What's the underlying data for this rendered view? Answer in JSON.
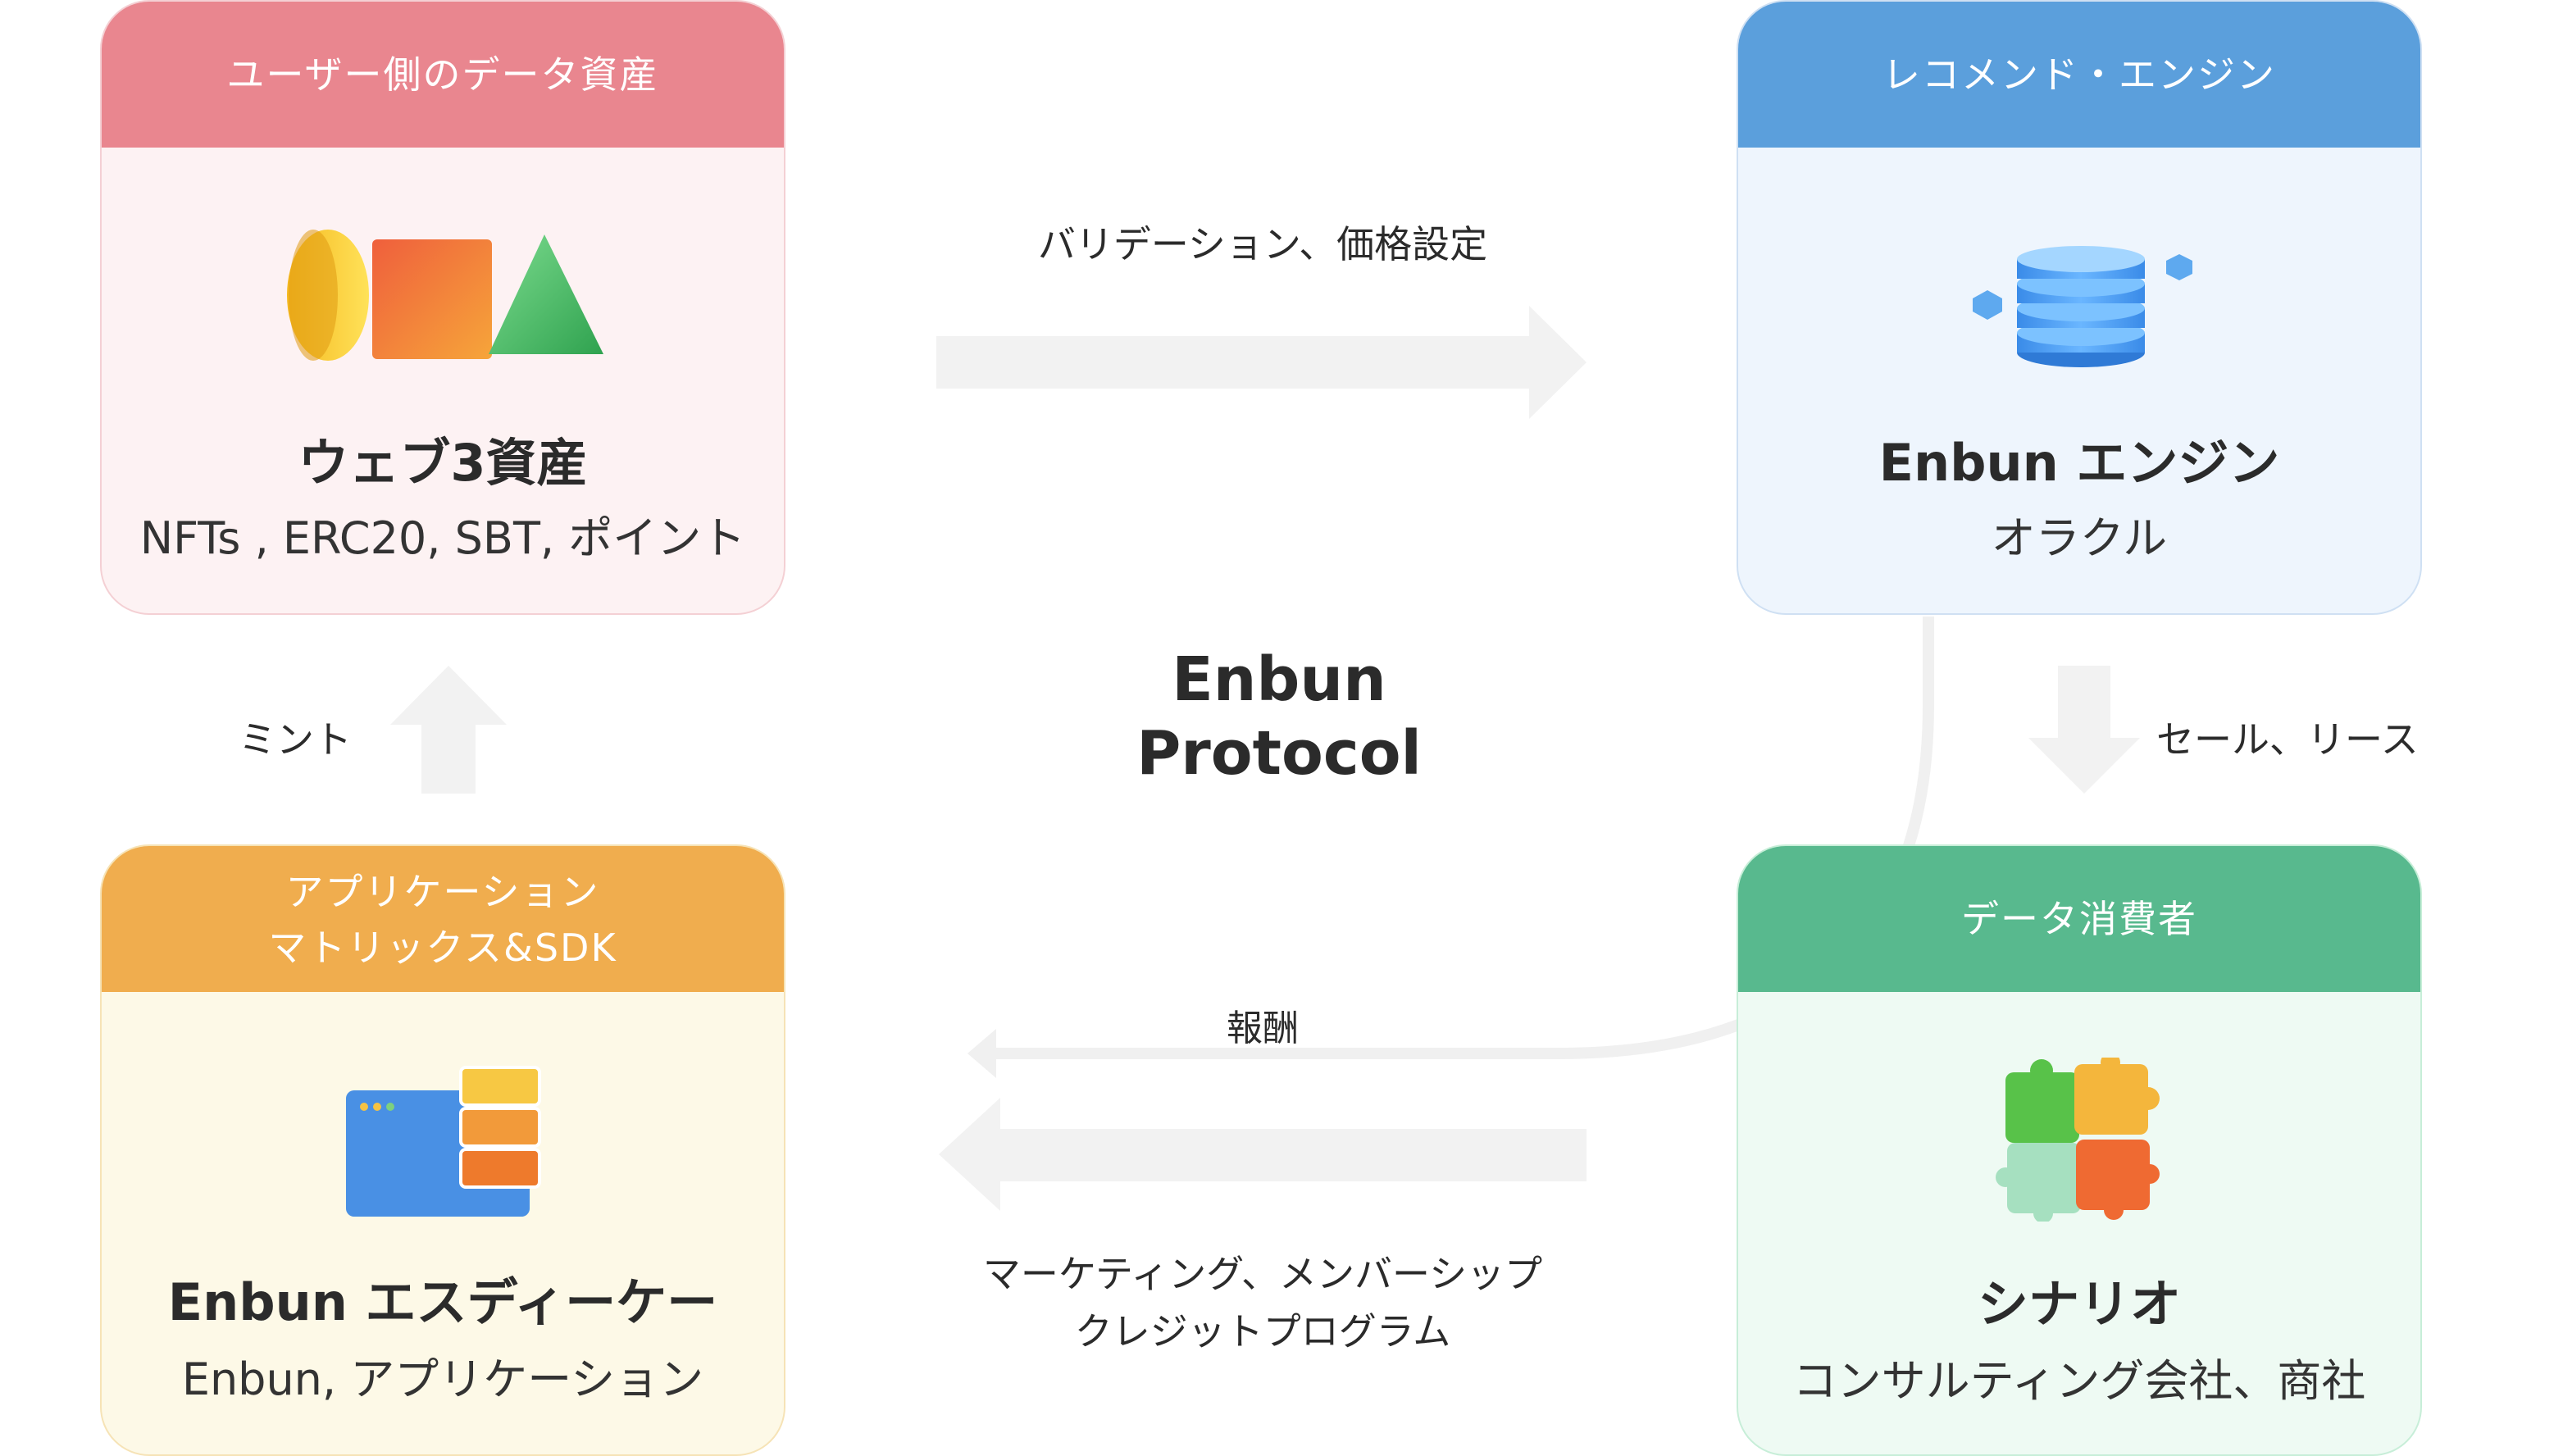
{
  "center": {
    "line1": "Enbun",
    "line2": "Protocol"
  },
  "cards": {
    "web3": {
      "header": "ユーザー側のデータ資産",
      "title": "ウェブ3資産",
      "subtitle": "NFTs , ERC20, SBT, ポイント",
      "header_color": "#e9868f",
      "body_color": "#fdf2f3",
      "icon": "shapes-icon"
    },
    "engine": {
      "header": "レコメンド・エンジン",
      "title": "Enbun エンジン",
      "subtitle": "オラクル",
      "header_color": "#5b9fdc",
      "body_color": "#eef5fd",
      "icon": "database-icon"
    },
    "sdk": {
      "header_line1": "アプリケーション",
      "header_line2": "マトリックス&SDK",
      "title": "Enbun エスディーケー",
      "subtitle": "Enbun, アプリケーション",
      "header_color": "#f0ad4e",
      "body_color": "#fdf9e7",
      "icon": "app-window-icon"
    },
    "consumer": {
      "header": "データ消費者",
      "title": "シナリオ",
      "subtitle": "コンサルティング会社、商社",
      "header_color": "#58b98e",
      "body_color": "#eefaf3",
      "icon": "puzzle-icon"
    }
  },
  "arrows": {
    "top": "バリデーション、価格設定",
    "right": "セール、リース",
    "left": "ミント",
    "reward": "報酬",
    "bottom_line1": "マーケティング、メンバーシップ",
    "bottom_line2": "クレジットプログラム"
  }
}
